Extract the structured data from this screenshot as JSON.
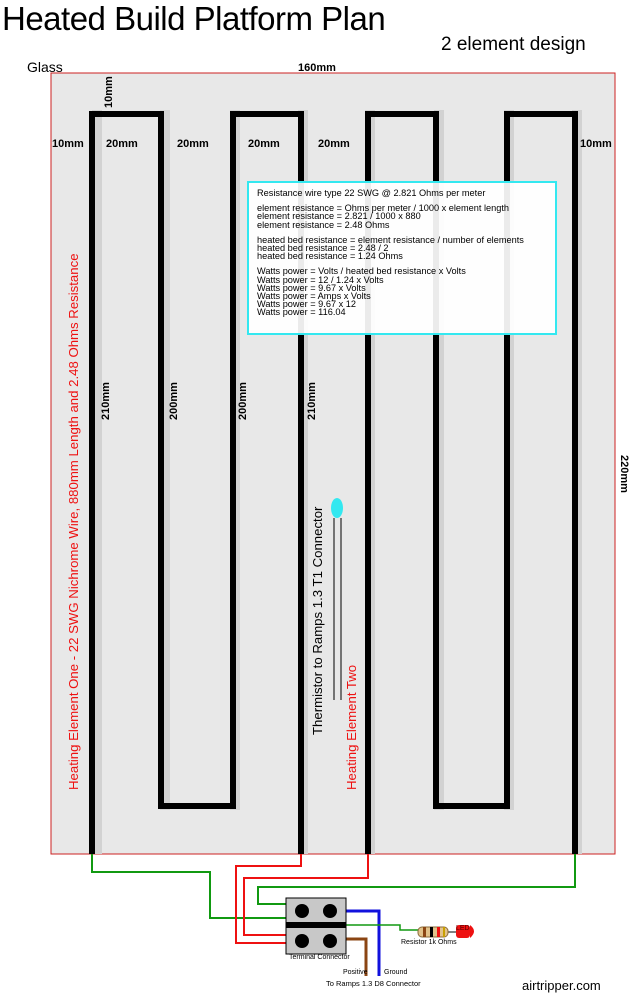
{
  "title": "Heated Build Platform Plan",
  "subtitle": "2 element design",
  "glass_label": "Glass",
  "dimensions": {
    "width": "160mm",
    "height": "220mm",
    "top_gap": "10mm",
    "left_margin": "10mm",
    "right_margin": "10mm",
    "gap1": "20mm",
    "gap2": "20mm",
    "gap3": "20mm",
    "gap4": "20mm",
    "len1": "210mm",
    "len2": "200mm",
    "len3": "200mm",
    "len4": "210mm"
  },
  "info": {
    "line1": "Resistance wire type 22 SWG @ 2.821 Ohms per meter",
    "line2": "element resistance = Ohms per meter / 1000 x element length",
    "line3": "element resistance = 2.821 / 1000 x 880",
    "line4": "element resistance = 2.48 Ohms",
    "line5": "heated bed resistance = element resistance / number of elements",
    "line6": "heated bed resistance = 2.48 / 2",
    "line7": "heated bed resistance = 1.24 Ohms",
    "line8": "Watts power = Volts / heated bed resistance x Volts",
    "line9": "Watts power = 12 / 1.24 x Volts",
    "line10": "Watts power = 9.67 x Volts",
    "line11": "Watts power = Amps x Volts",
    "line12": "Watts power = 9.67 x 12",
    "line13": "Watts power = 116.04"
  },
  "labels": {
    "element_one": "Heating Element One - 22 SWG Nichrome Wire, 880mm Length and 2.48 Ohms Resistance",
    "element_two": "Heating Element Two",
    "thermistor": "Thermistor to Ramps 1.3 T1 Connector",
    "terminal": "Terminal Connector",
    "resistor": "Resistor 1k Ohms",
    "led": "LED",
    "positive": "Positive",
    "ground": "Ground",
    "ramps_d8": "To Ramps 1.3 D8 Connector",
    "website": "airtripper.com"
  },
  "colors": {
    "glass_fill": "#e8e8e8",
    "glass_border": "#cc2222",
    "heating_wire": "#000000",
    "info_border": "#33e8f0",
    "red_text": "#ee1111",
    "wire_green": "#119911",
    "wire_red": "#ee1111",
    "wire_blue": "#1111dd",
    "wire_brown": "#8b4513",
    "thermistor": "#33e8f0",
    "led": "#ee1111"
  }
}
